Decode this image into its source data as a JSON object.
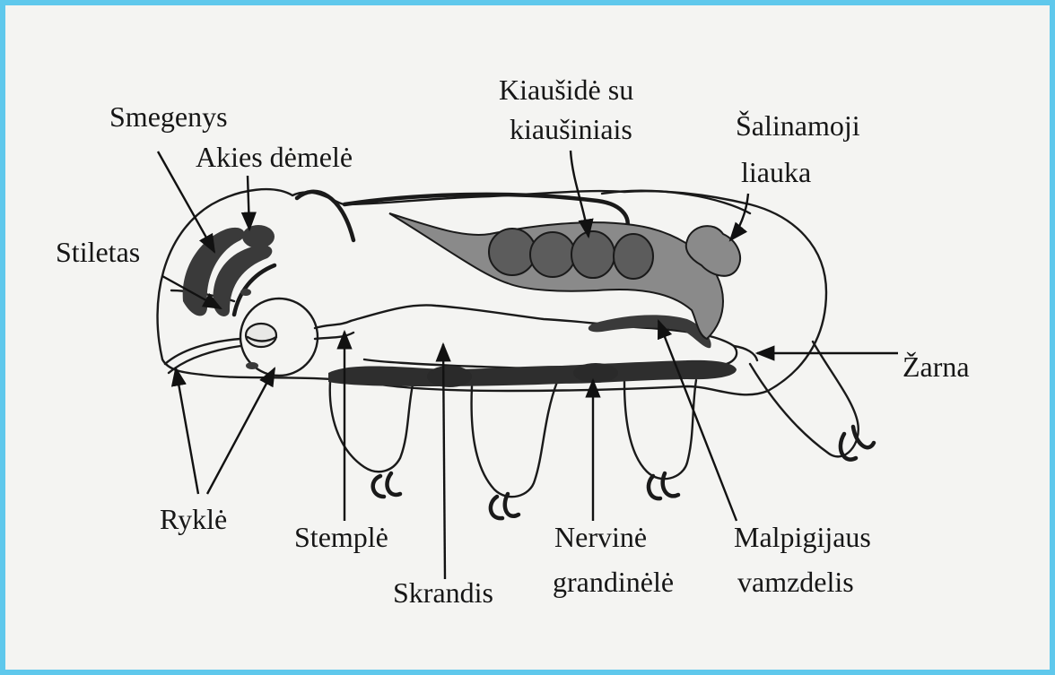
{
  "diagram": {
    "labels": {
      "smegenys": "Smegenys",
      "akies_demele": "Akies dėmelė",
      "stiletas": "Stiletas",
      "kiausi_line1": "Kiaušidė su",
      "kiausi_line2": "kiaušiniais",
      "salinamoji_line1": "Šalinamoji",
      "salinamoji_line2": "liauka",
      "zarna": "Žarna",
      "rykle": "Ryklė",
      "stemple": "Stemplė",
      "skrandis": "Skrandis",
      "nervine_line1": "Nervinė",
      "nervine_line2": "grandinėlė",
      "malpigijaus_line1": "Malpigijaus",
      "malpigijaus_line2": "vamzdelis"
    },
    "colors": {
      "frame_border": "#5fc8ec",
      "background": "#f4f4f2",
      "organ_dark": "#3a3a3a",
      "ovary": "#8a8a8a",
      "eggs": "#5c5c5c"
    }
  }
}
